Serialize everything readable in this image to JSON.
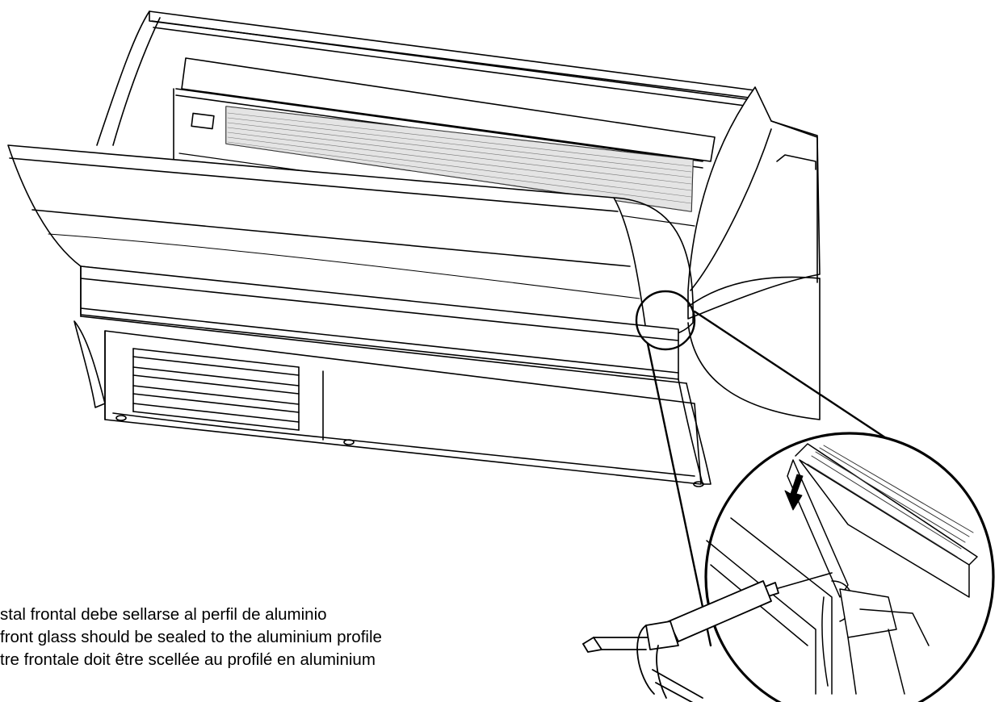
{
  "diagram": {
    "subject": "refrigerated display case",
    "detail_callout": "sealing front glass to aluminium profile with caulking gun",
    "arrow_icon": "arrow-down-icon",
    "tool_icon": "caulking-gun-icon"
  },
  "instructions": {
    "es": "stal frontal debe sellarse al perfil de aluminio",
    "en": "front glass should be sealed to the aluminium profile",
    "fr": "tre frontale doit être scellée au profilé en aluminium"
  }
}
